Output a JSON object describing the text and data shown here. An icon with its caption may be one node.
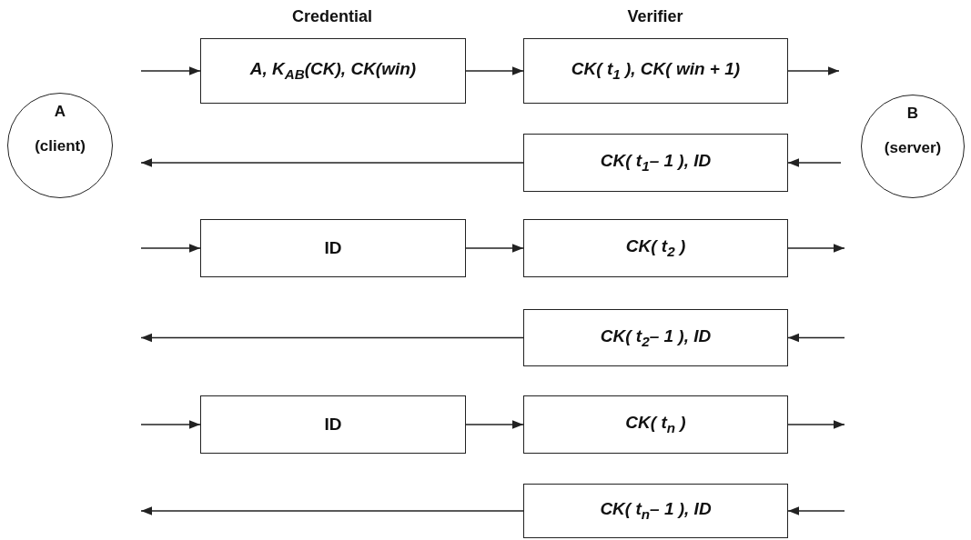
{
  "diagram": {
    "nodes": [
      {
        "text": [
          "A",
          "(client)"
        ]
      },
      {
        "text": [
          "B",
          "(server)"
        ]
      },
      {
        "text": [
          "A, K$_{AB}$(CK), CK(win)"
        ]
      },
      {
        "text": [
          "CK( t$_{1}$ ), CK( win + 1)"
        ]
      },
      {
        "text": [
          "CK( t$_{1}$– 1 ), ID"
        ]
      },
      {
        "text": [
          "ID"
        ]
      },
      {
        "text": [
          "CK( t$_{2}$ )"
        ]
      },
      {
        "text": [
          "CK( t$_{2}$– 1 ), ID"
        ]
      },
      {
        "text": [
          "ID"
        ]
      },
      {
        "text": [
          "CK( t$_{n}$ )"
        ]
      },
      {
        "text": [
          "CK( t$_{n}$– 1 ), ID"
        ]
      }
    ],
    "edges": [
      {
        "from": null,
        "to": 2,
        "arrow": "to"
      },
      {
        "from": 2,
        "to": 3,
        "arrow": "to"
      },
      {
        "from": 3,
        "to": null,
        "arrow": "to"
      },
      {
        "from": null,
        "to": 4,
        "arrow": "to"
      },
      {
        "from": 4,
        "to": null,
        "arrow": "to"
      },
      {
        "from": null,
        "to": 5,
        "arrow": "to"
      },
      {
        "from": 5,
        "to": 6,
        "arrow": "to"
      },
      {
        "from": 6,
        "to": null,
        "arrow": "to"
      },
      {
        "from": null,
        "to": 7,
        "arrow": "to"
      },
      {
        "from": 7,
        "to": null,
        "arrow": "to"
      },
      {
        "from": null,
        "to": 8,
        "arrow": "to"
      },
      {
        "from": 8,
        "to": 9,
        "arrow": "to"
      },
      {
        "from": 9,
        "to": null,
        "arrow": "to"
      },
      {
        "from": null,
        "to": 10,
        "arrow": "to"
      },
      {
        "from": 10,
        "to": null,
        "arrow": "to"
      }
    ],
    "labels": [
      "Credential",
      "Verifier"
    ]
  }
}
